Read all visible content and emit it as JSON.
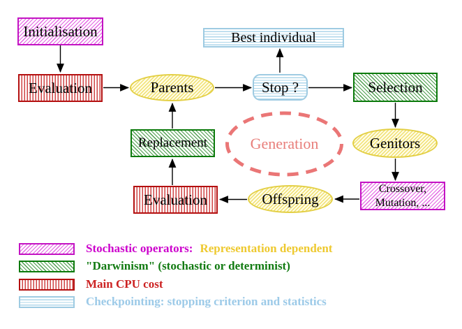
{
  "diagram": {
    "nodes": {
      "initialisation": "Initialisation",
      "evaluation_top": "Evaluation",
      "parents": "Parents",
      "best_individual": "Best individual",
      "stop": "Stop ?",
      "selection": "Selection",
      "genitors": "Genitors",
      "crossover_line1": "Crossover,",
      "crossover_line2": "Mutation, ...",
      "offspring": "Offspring",
      "evaluation_bottom": "Evaluation",
      "replacement": "Replacement",
      "generation": "Generation"
    },
    "edges": [
      {
        "from": "initialisation",
        "to": "evaluation_top"
      },
      {
        "from": "evaluation_top",
        "to": "parents"
      },
      {
        "from": "parents",
        "to": "stop"
      },
      {
        "from": "stop",
        "to": "best_individual"
      },
      {
        "from": "stop",
        "to": "selection"
      },
      {
        "from": "selection",
        "to": "genitors"
      },
      {
        "from": "genitors",
        "to": "crossover"
      },
      {
        "from": "crossover",
        "to": "offspring"
      },
      {
        "from": "offspring",
        "to": "evaluation_bottom"
      },
      {
        "from": "evaluation_bottom",
        "to": "replacement"
      },
      {
        "from": "replacement",
        "to": "parents"
      }
    ]
  },
  "legend": {
    "items": [
      {
        "swatch": "magenta-diagonal-hatch",
        "label": "Stochastic operators:",
        "label_color": "#cc00cc",
        "label2": "Representation dependent",
        "label2_color": "#eec92f"
      },
      {
        "swatch": "green-diagonal-hatch",
        "label": "\"Darwinism\" (stochastic or determinist)",
        "label_color": "#117a11"
      },
      {
        "swatch": "red-vertical-stripes",
        "label": "Main CPU cost",
        "label_color": "#cc2222"
      },
      {
        "swatch": "cyan-horizontal-stripes",
        "label": "Checkpointing: stopping criterion and statistics",
        "label_color": "#9ccae8"
      }
    ]
  },
  "colors": {
    "magenta_border": "#c313c3",
    "green_border": "#0b7a0b",
    "red_border": "#b41010",
    "cyan_border": "#9ecbe2",
    "yellow_border": "#e3cf44",
    "generation_salmon": "#e87e7a",
    "arrow_black": "#000000"
  }
}
